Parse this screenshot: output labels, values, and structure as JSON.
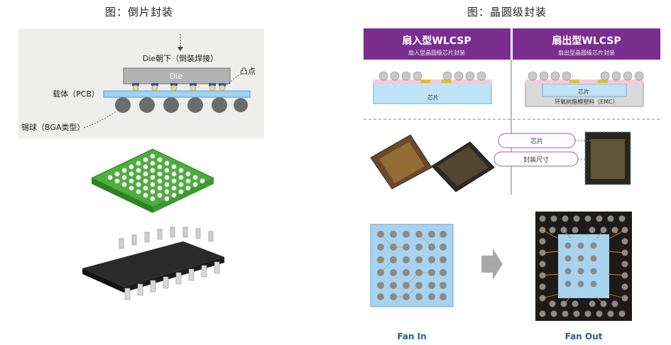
{
  "left": {
    "caption": "图：倒片封装",
    "flip_chip": {
      "die_label": "Die",
      "die_orientation_label": "Die朝下（倒装焊接）",
      "bump_label": "凸点",
      "carrier_label": "载体（PCB）",
      "solder_ball_label": "锡球（BGA类型）"
    }
  },
  "right": {
    "caption": "图：晶圆级封装",
    "fan_in": {
      "title": "扇入型WLCSP",
      "subtitle": "扇入型晶圆级芯片封装",
      "chip_label": "芯片",
      "bottom_label": "Fan In"
    },
    "fan_out": {
      "title": "扇出型WLCSP",
      "subtitle": "扇出型晶圆级芯片封装",
      "chip_label": "芯片",
      "emc_label": "环氧树脂模塑料（EMC）",
      "bottom_label": "Fan Out"
    },
    "callouts": {
      "chip": "芯片",
      "package_size": "封装尺寸"
    }
  },
  "colors": {
    "header_purple": "#7a2f8e",
    "pcb_blue": "#9fd3f2",
    "substrate_green": "#4cae3c",
    "fan_label_blue": "#1f5fa8"
  }
}
